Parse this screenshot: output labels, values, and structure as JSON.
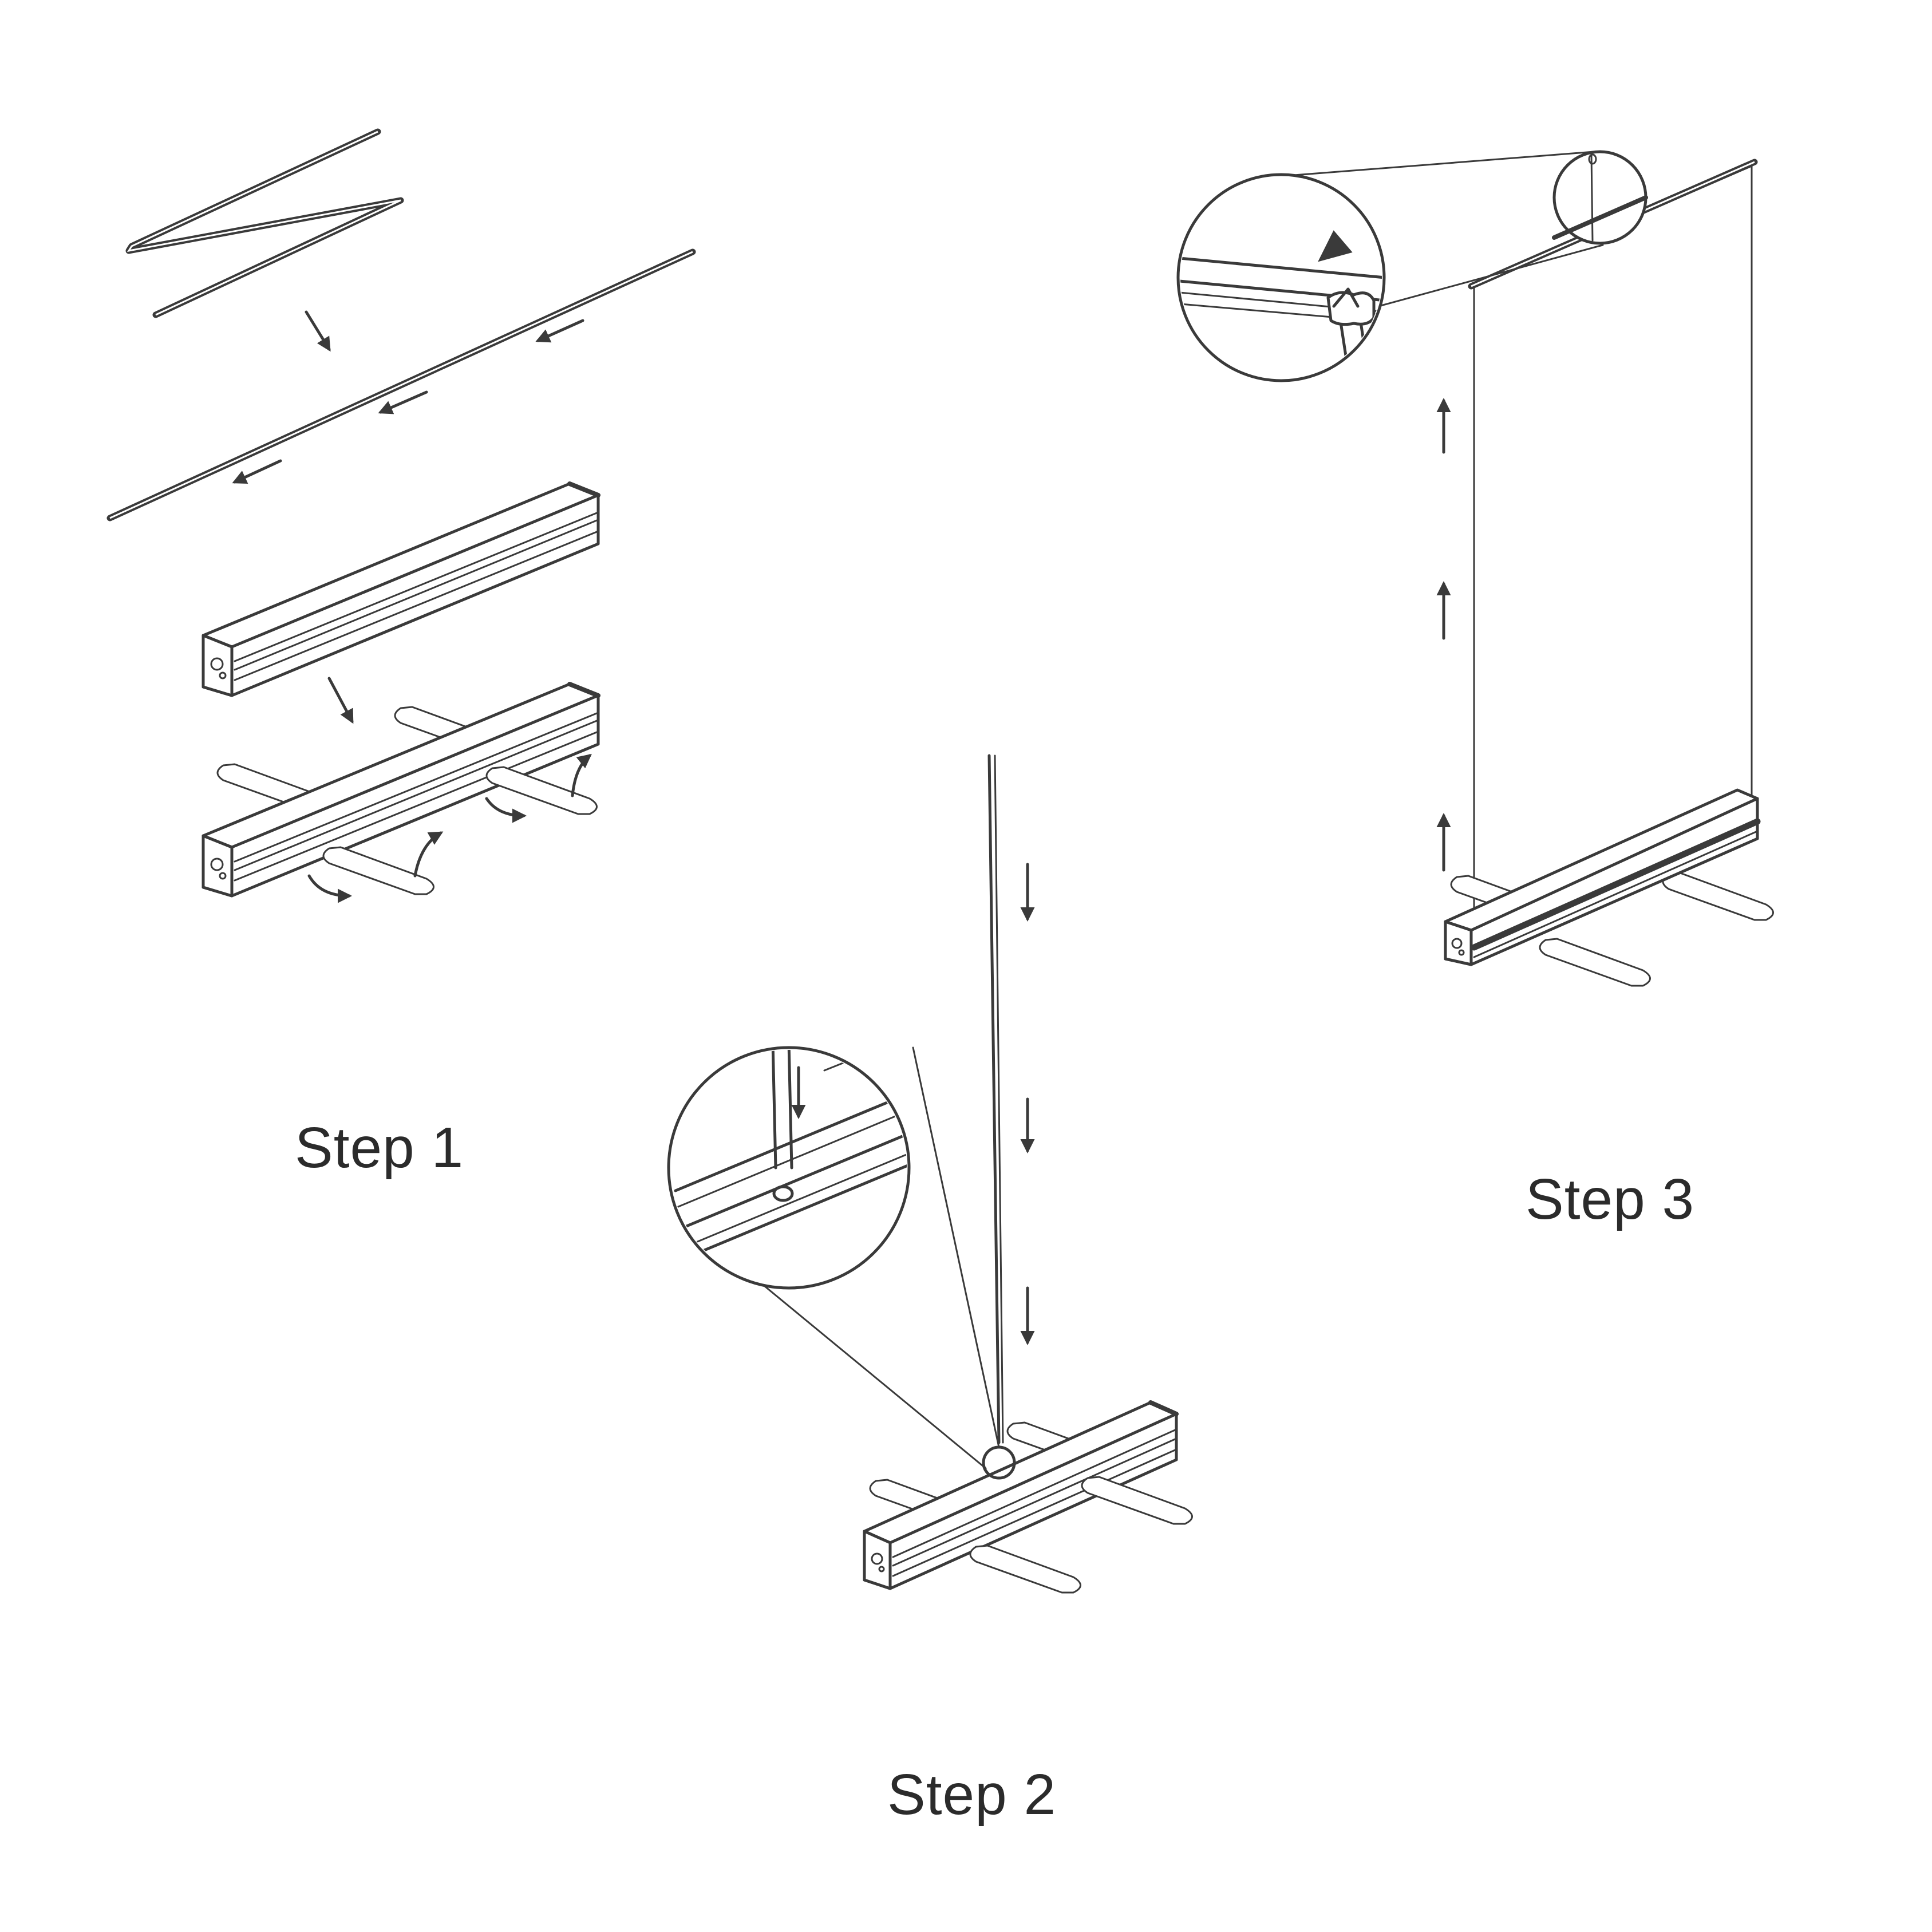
{
  "steps": [
    {
      "label": "Step 1"
    },
    {
      "label": "Step 2"
    },
    {
      "label": "Step 3"
    }
  ],
  "colors": {
    "line": "#3a3a3a",
    "text": "#2b2b2b",
    "background": "#ffffff"
  },
  "icons": [
    "arrow-icon",
    "magnifier-detail-icon",
    "base-cassette-icon",
    "pole-icon",
    "banner-icon"
  ]
}
